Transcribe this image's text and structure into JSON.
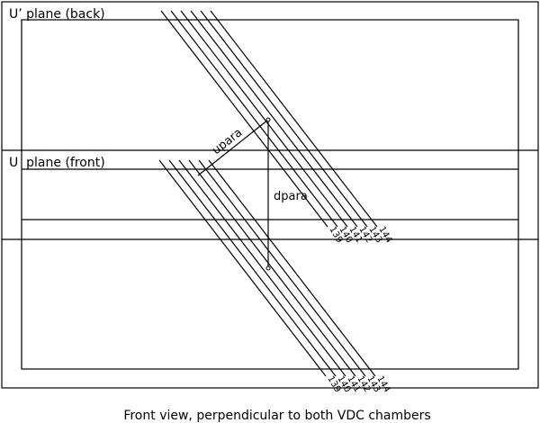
{
  "diagram": {
    "back_plane_label": "U’ plane (back)",
    "front_plane_label": "U  plane (front)",
    "upara_label": "upara",
    "dpara_label": "dpara",
    "caption": "Front view, perpendicular to both VDC chambers",
    "wire_numbers": [
      "139",
      "140",
      "141",
      "142",
      "143",
      "144"
    ],
    "lower_wire_numbers": [
      "139",
      "140",
      "141",
      "142",
      "143",
      "144"
    ]
  }
}
